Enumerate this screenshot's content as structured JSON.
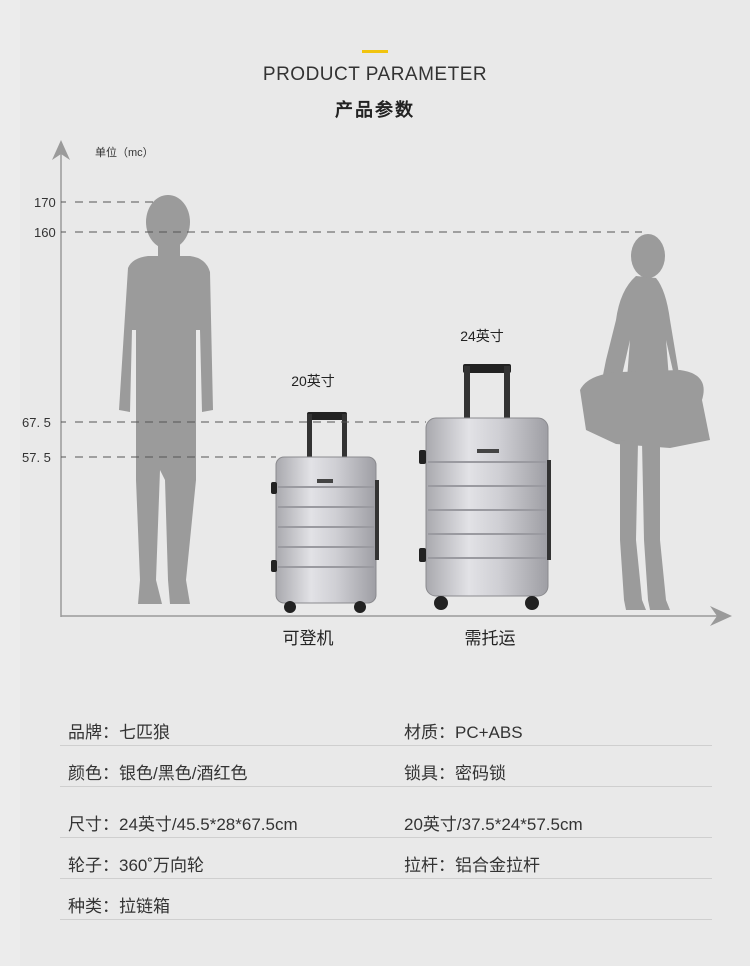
{
  "header": {
    "title_en": "PRODUCT PARAMETER",
    "title_cn": "产品参数",
    "accent_color": "#f1c40f"
  },
  "diagram": {
    "unit_label": "单位（mc）",
    "height_ticks": [
      {
        "label": "170",
        "value": 170
      },
      {
        "label": "160",
        "value": 160
      },
      {
        "label": "67. 5",
        "value": 67.5
      },
      {
        "label": "57. 5",
        "value": 57.5
      }
    ],
    "figures": [
      "male-silhouette",
      "female-silhouette"
    ],
    "suitcases": [
      {
        "size_label": "20英寸",
        "category": "可登机",
        "height_cm": 57.5
      },
      {
        "size_label": "24英寸",
        "category": "需托运",
        "height_cm": 67.5
      }
    ],
    "silhouette_color": "#9b9b9b",
    "suitcase_color": "#c8c8cc"
  },
  "specs": [
    {
      "left": "品牌：七匹狼",
      "right": "材质：PC+ABS"
    },
    {
      "left": "颜色：银色/黑色/酒红色",
      "right": "锁具：密码锁"
    },
    {
      "left": "尺寸：24英寸/45.5*28*67.5cm",
      "right": "20英寸/37.5*24*57.5cm"
    },
    {
      "left": "轮子：360˚万向轮",
      "right": "拉杆：铝合金拉杆"
    },
    {
      "left": "种类：拉链箱",
      "right": ""
    }
  ]
}
